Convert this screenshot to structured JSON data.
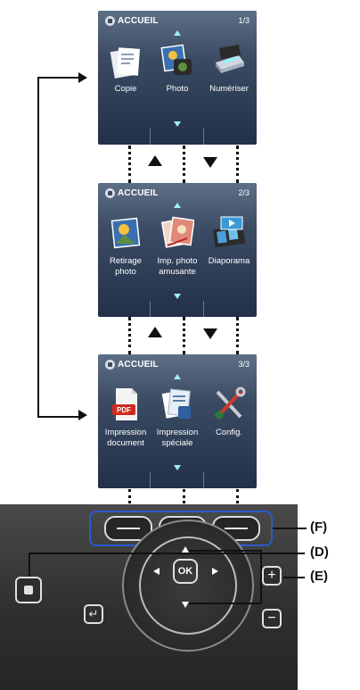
{
  "screens": [
    {
      "title": "ACCUEIL",
      "page": "1/3",
      "items": [
        {
          "label": "Copie",
          "icon": "copy-icon"
        },
        {
          "label": "Photo",
          "icon": "photo-icon"
        },
        {
          "label": "Numériser",
          "icon": "scan-icon"
        }
      ]
    },
    {
      "title": "ACCUEIL",
      "page": "2/3",
      "items": [
        {
          "label": "Retirage photo",
          "icon": "reprint-photo-icon"
        },
        {
          "label": "Imp. photo amusante",
          "icon": "fun-photo-print-icon"
        },
        {
          "label": "Diaporama",
          "icon": "slideshow-icon"
        }
      ]
    },
    {
      "title": "ACCUEIL",
      "page": "3/3",
      "items": [
        {
          "label": "Impression document",
          "icon": "pdf-document-icon"
        },
        {
          "label": "Impression spéciale",
          "icon": "special-print-icon"
        },
        {
          "label": "Config.",
          "icon": "settings-tools-icon"
        }
      ]
    }
  ],
  "panel": {
    "ok_label": "OK",
    "plus_label": "+",
    "minus_label": "−",
    "back_symbol": "↵"
  },
  "callouts": {
    "f": "(F)",
    "d": "(D)",
    "e": "(E)"
  },
  "colors": {
    "screen_top": "#5d6f87",
    "screen_bottom": "#22304a",
    "highlight_arrow": "#9ef0f8",
    "callout_frame": "#2a5ad0",
    "panel_body": "#2e2e2e"
  }
}
